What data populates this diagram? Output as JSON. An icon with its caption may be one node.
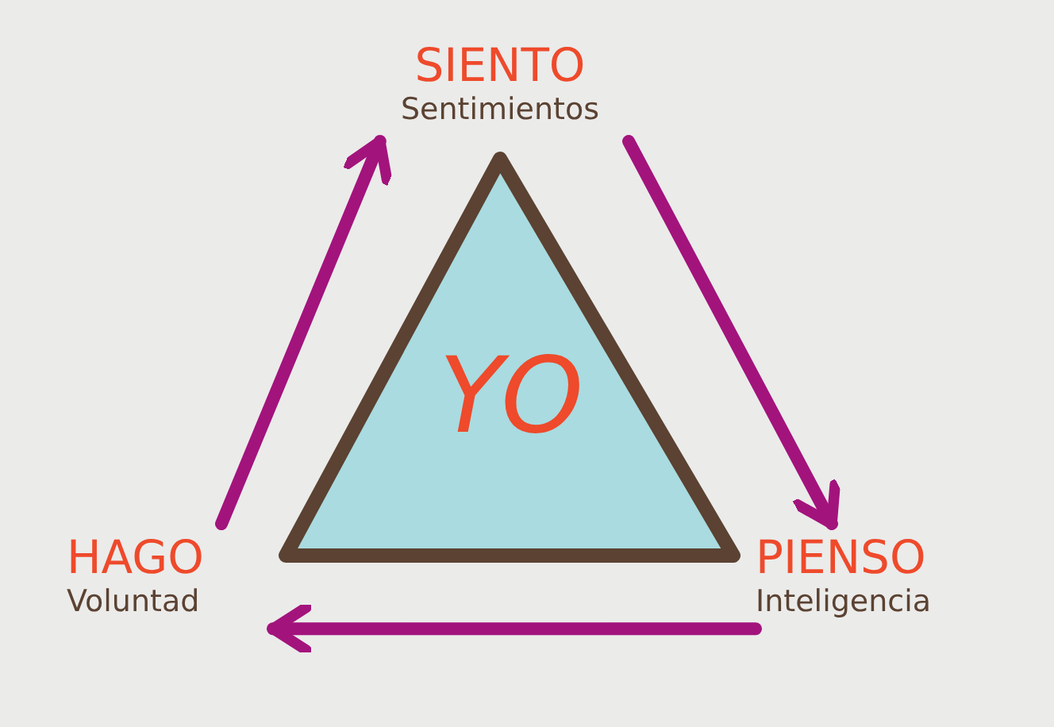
{
  "diagram": {
    "nodes": [
      {
        "text": [
          "SIENTO",
          "Sentimientos"
        ]
      },
      {
        "text": [
          "YO"
        ]
      },
      {
        "text": [
          "HAGO",
          "Voluntad"
        ]
      },
      {
        "text": [
          "PIENSO",
          "Inteligencia"
        ]
      }
    ],
    "edges": [
      {
        "from": 0,
        "to": 3,
        "arrow": "to"
      },
      {
        "from": 3,
        "to": 2,
        "arrow": "to"
      },
      {
        "from": 2,
        "to": 0,
        "arrow": "to"
      }
    ]
  }
}
